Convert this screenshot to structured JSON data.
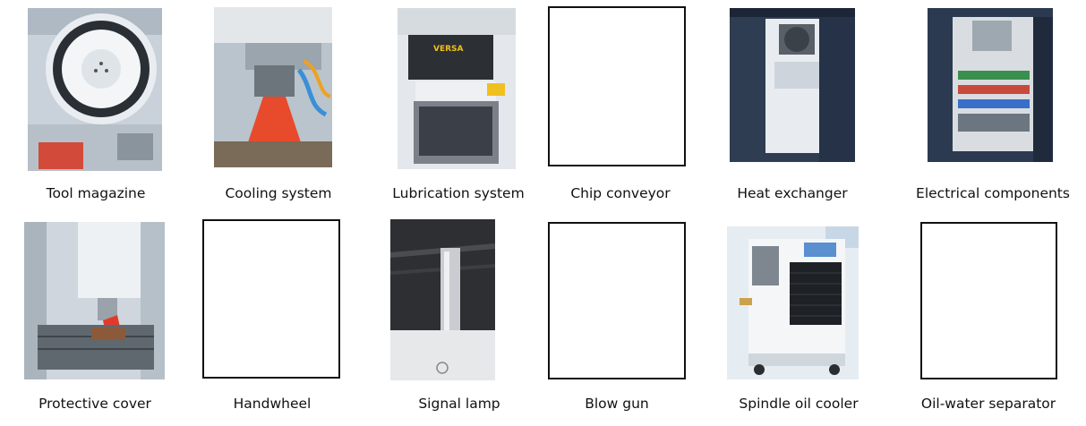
{
  "accessories": [
    {
      "label": "Tool magazine",
      "image": "tool-magazine-photo"
    },
    {
      "label": "Cooling system",
      "image": "cooling-system-photo"
    },
    {
      "label": "Lubrication system",
      "image": "lubrication-system-photo",
      "brand_text": "VERSA"
    },
    {
      "label": "Chip conveyor",
      "image": "empty-placeholder"
    },
    {
      "label": "Heat exchanger",
      "image": "heat-exchanger-photo"
    },
    {
      "label": "Electrical components",
      "image": "electrical-cabinet-photo"
    },
    {
      "label": "Protective cover",
      "image": "protective-cover-photo"
    },
    {
      "label": "Handwheel",
      "image": "empty-placeholder"
    },
    {
      "label": "Signal lamp",
      "image": "signal-lamp-photo"
    },
    {
      "label": "Blow gun",
      "image": "empty-placeholder"
    },
    {
      "label": "Spindle oil cooler",
      "image": "spindle-oil-cooler-photo"
    },
    {
      "label": "Oil-water separator",
      "image": "empty-placeholder"
    }
  ]
}
